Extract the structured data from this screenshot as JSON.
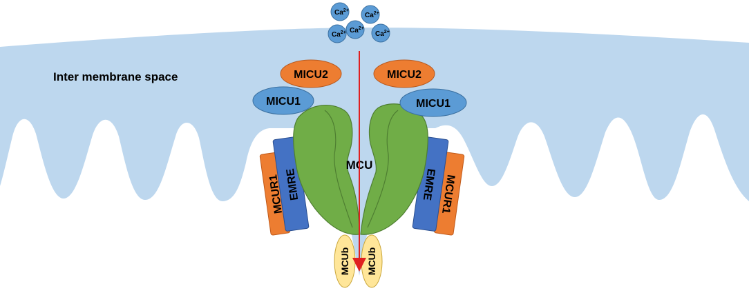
{
  "region_label": "Inter membrane space",
  "ions": {
    "base": "Ca",
    "charge": "2+"
  },
  "proteins": {
    "micu2": "MICU2",
    "micu1": "MICU1",
    "mcu": "MCU",
    "emre": "EMRE",
    "mcur1": "MCUR1",
    "mcub": "MCUb"
  },
  "colors": {
    "membrane": "#bdd7ee",
    "micu2": "#ed7d31",
    "micu1": "#5b9bd5",
    "mcu": "#70ad47",
    "emre": "#4472c4",
    "mcur1": "#ed7d31",
    "mcub": "#ffe699",
    "ion": "#5b9bd5",
    "arrow": "#e02020"
  }
}
